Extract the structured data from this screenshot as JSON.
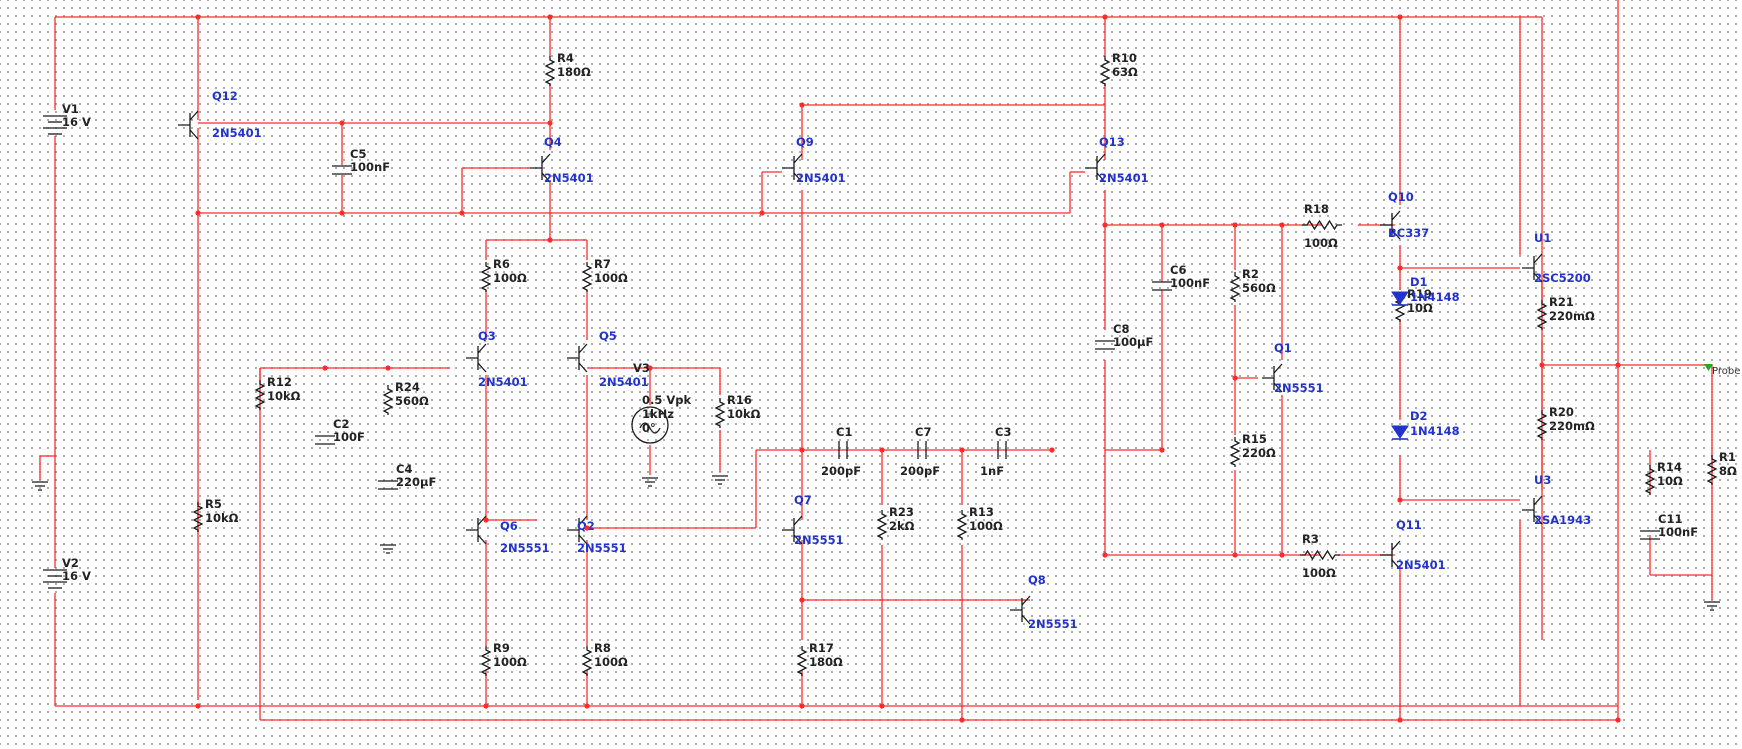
{
  "colors": {
    "wire": "#ff2a2a",
    "component": "#1a1a1a",
    "transistor_label": "#2233cc",
    "text": "#222222",
    "junction": "#ff2a2a",
    "probe": "#22aa22",
    "grid": "#9a9a9a"
  },
  "sources": {
    "V1": {
      "ref": "V1",
      "value": "16 V"
    },
    "V2": {
      "ref": "V2",
      "value": "16 V"
    },
    "V3": {
      "ref": "V3",
      "amp": "0.5 Vpk",
      "freq": "1kHz",
      "phase": "0°"
    }
  },
  "probe": "Probe",
  "resistors": [
    {
      "ref": "R4",
      "value": "180Ω"
    },
    {
      "ref": "R10",
      "value": "63Ω"
    },
    {
      "ref": "R18",
      "value": "100Ω"
    },
    {
      "ref": "R6",
      "value": "100Ω"
    },
    {
      "ref": "R7",
      "value": "100Ω"
    },
    {
      "ref": "R2",
      "value": "560Ω"
    },
    {
      "ref": "R21",
      "value": "220mΩ"
    },
    {
      "ref": "R19",
      "value": "10Ω"
    },
    {
      "ref": "R24",
      "value": "560Ω"
    },
    {
      "ref": "R16",
      "value": "10kΩ"
    },
    {
      "ref": "R12",
      "value": "10kΩ"
    },
    {
      "ref": "R20",
      "value": "220mΩ"
    },
    {
      "ref": "R15",
      "value": "220Ω"
    },
    {
      "ref": "R14",
      "value": "10Ω"
    },
    {
      "ref": "R1",
      "value": "8Ω"
    },
    {
      "ref": "R5",
      "value": "10kΩ"
    },
    {
      "ref": "R23",
      "value": "2kΩ"
    },
    {
      "ref": "R13",
      "value": "100Ω"
    },
    {
      "ref": "R3",
      "value": "100Ω"
    },
    {
      "ref": "R9",
      "value": "100Ω"
    },
    {
      "ref": "R8",
      "value": "100Ω"
    },
    {
      "ref": "R17",
      "value": "180Ω"
    }
  ],
  "capacitors": [
    {
      "ref": "C5",
      "value": "100nF"
    },
    {
      "ref": "C6",
      "value": "100nF"
    },
    {
      "ref": "C8",
      "value": "100µF"
    },
    {
      "ref": "C2",
      "value": "100F"
    },
    {
      "ref": "C4",
      "value": "220µF"
    },
    {
      "ref": "C1",
      "value": "200pF"
    },
    {
      "ref": "C7",
      "value": "200pF"
    },
    {
      "ref": "C3",
      "value": "1nF"
    },
    {
      "ref": "C11",
      "value": "100nF"
    }
  ],
  "transistors": [
    {
      "ref": "Q12",
      "part": "2N5401"
    },
    {
      "ref": "Q4",
      "part": "2N5401"
    },
    {
      "ref": "Q9",
      "part": "2N5401"
    },
    {
      "ref": "Q13",
      "part": "2N5401"
    },
    {
      "ref": "Q10",
      "part": "BC337"
    },
    {
      "ref": "U1",
      "part": "2SC5200"
    },
    {
      "ref": "Q3",
      "part": "2N5401"
    },
    {
      "ref": "Q5",
      "part": "2N5401"
    },
    {
      "ref": "Q1",
      "part": "2N5551"
    },
    {
      "ref": "Q6",
      "part": "2N5551"
    },
    {
      "ref": "Q2",
      "part": "2N5551"
    },
    {
      "ref": "Q7",
      "part": "2N5551"
    },
    {
      "ref": "Q8",
      "part": "2N5551"
    },
    {
      "ref": "U3",
      "part": "2SA1943"
    },
    {
      "ref": "Q11",
      "part": "2N5401"
    }
  ],
  "diodes": [
    {
      "ref": "D1",
      "part": "1N4148"
    },
    {
      "ref": "D2",
      "part": "1N4148"
    }
  ]
}
